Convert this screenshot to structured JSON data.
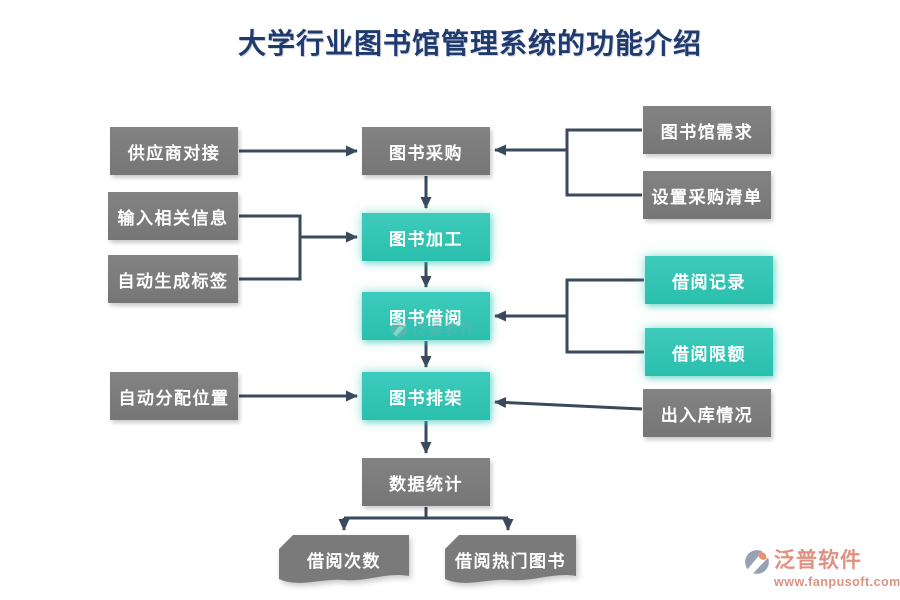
{
  "title": "大学行业图书馆管理系统的功能介绍",
  "colors": {
    "title": "#1e3a6e",
    "box_gray": "#7a7a7a",
    "box_teal": "#2ec4b2",
    "connector": "#3a4a5c",
    "box_text": "#ffffff",
    "brand_text": "#e0917f"
  },
  "nodes": {
    "supplier": "供应商对接",
    "input_info": "输入相关信息",
    "auto_label": "自动生成标签",
    "auto_position": "自动分配位置",
    "purchase": "图书采购",
    "process": "图书加工",
    "borrow": "图书借阅",
    "shelve": "图书排架",
    "stats": "数据统计",
    "borrow_count": "借阅次数",
    "hot_books": "借阅热门图书",
    "library_need": "图书馆需求",
    "purchase_list": "设置采购清单",
    "borrow_record": "借阅记录",
    "borrow_limit": "借阅限额",
    "inventory": "出入库情况"
  },
  "watermark": {
    "brand": "泛普软件"
  },
  "footer_brand": {
    "name": "泛普软件",
    "url": "www.fanpusoft.com"
  }
}
